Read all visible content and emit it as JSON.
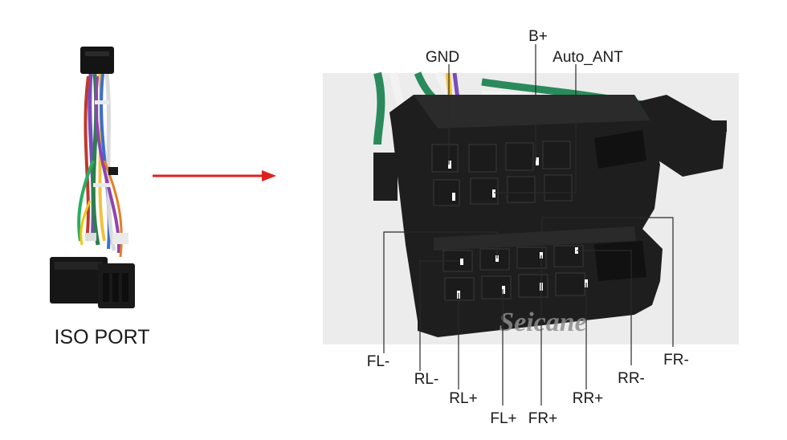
{
  "left_panel": {
    "caption": "ISO PORT"
  },
  "arrow": {
    "color": "#e0221f"
  },
  "watermark": "Seicane",
  "connector_labels": {
    "gnd": "GND",
    "b_plus": "B+",
    "auto_ant": "Auto_ANT",
    "fl_minus": "FL-",
    "rl_minus": "RL-",
    "rl_plus": "RL+",
    "fl_plus": "FL+",
    "fr_plus": "FR+",
    "rr_plus": "RR+",
    "rr_minus": "RR-",
    "fr_minus": "FR-"
  },
  "colors": {
    "connector_body": "#1e1e1e",
    "photo_background": "#ececec",
    "wire_green": "#2a8a5c",
    "wire_white": "#f2f2f2"
  }
}
